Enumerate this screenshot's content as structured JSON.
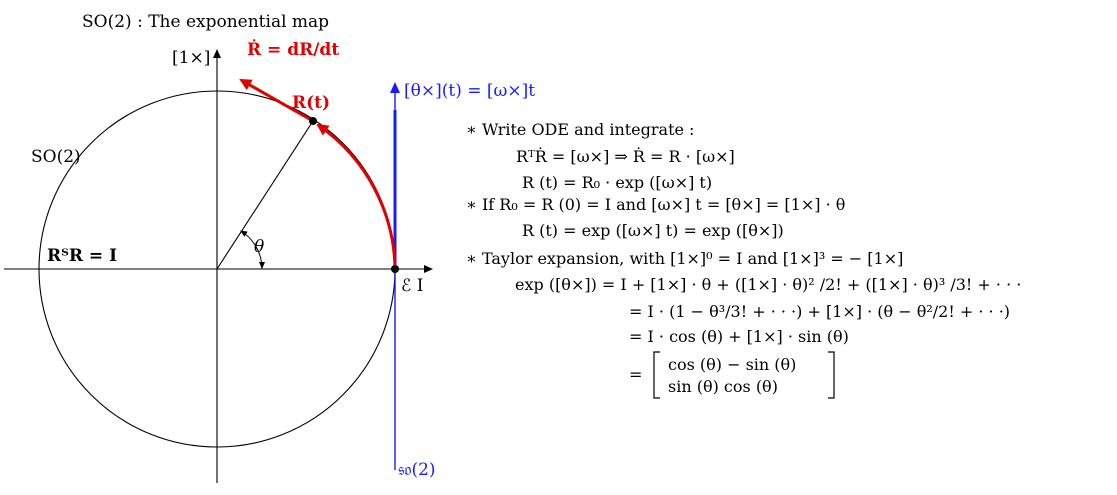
{
  "title": "SO(2) : The exponential map",
  "labels": {
    "group": "SO(2)",
    "axis_vertical": "[1×]",
    "velocity": "Ṙ = dR/dt",
    "curve_point": "R(t)",
    "tangent_line": "[θ×](t) = [ω×]t",
    "unit_relation": "RᵀR = I",
    "angle": "θ",
    "identity_point": "ℰ  I",
    "lie_algebra": "𝔰𝔬(2)"
  },
  "equations": [
    "∗ Write ODE and integrate :",
    "RᵀṘ   = [ω×] ⇒ Ṙ = R · [ω×]",
    "R (t)    = R₀ · exp ([ω×] t)",
    "∗ If R₀ = R (0) = I and  [ω×] t = [θ×] = [1×] · θ",
    "R (t)    = exp ([ω×] t) = exp ([θ×])",
    "∗ Taylor expansion, with  [1×]⁰ = I and  [1×]³ = − [1×]",
    "exp ([θ×])    = I + [1×] · θ + ([1×] · θ)² /2! + ([1×] · θ)³ /3! + · · ·",
    "= I · (1 − θ³/3! + · · ·) + [1×] · (θ − θ²/2! + · · ·)",
    "= I · cos (θ) + [1×] · sin (θ)",
    "cos (θ)    − sin (θ)",
    "sin (θ)      cos (θ)",
    "="
  ],
  "colors": {
    "curve": "#e00000",
    "tangent": "#1a1aff",
    "ink": "#000000"
  }
}
